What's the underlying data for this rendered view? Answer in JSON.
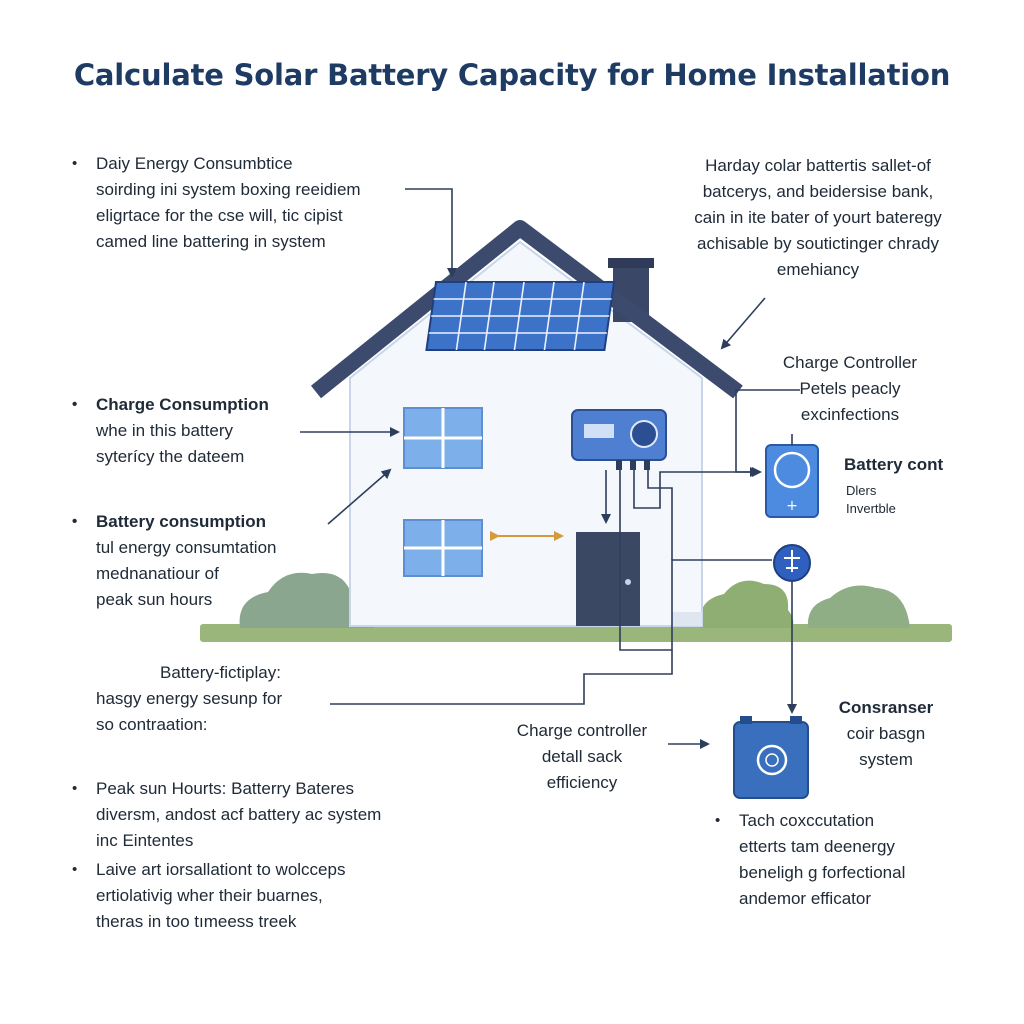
{
  "title": "Calculate Solar Battery Capacity for Home Installation",
  "colors": {
    "title": "#1e3b63",
    "roof": "#3c4a6e",
    "panel": "#3c73c9",
    "window": "#7db0ea",
    "door": "#3b4863",
    "controller": "#4e7fd1",
    "battery": "#3a6fbe",
    "grass": "#9bb67a",
    "shrub": "#7f9e8a",
    "arrow_orange": "#d69a3a"
  },
  "left": {
    "daily": [
      "Daiy Energy Consumbtice",
      "soirding ini system boxing reeidiem",
      "eligrtace for the cse will, tic cipist",
      "camed line battering in system"
    ],
    "charge": [
      "Charge Consumption",
      "whe in this battery",
      "syterícy the dateem"
    ],
    "battery": [
      "Batterу consumption",
      "tul energy consumtation",
      "mednanatiour of",
      "peak sun hours"
    ],
    "fictiplay": [
      "Battery-fictiplay:",
      "hasgy energy sesunp for",
      "so contraation:"
    ],
    "peak": [
      "Peak sun Hourts: Batterry Bateres",
      "diversm, andost acf battery ac system",
      "inc Eintentes"
    ],
    "laive": [
      "Laive art iorsallationt to wolcceps",
      "ertiolativig wher their buarnes,",
      "theras in too tımeess treek"
    ]
  },
  "right": {
    "hardy": [
      "Harday colar battertis sallet-of",
      "batcerys, and beidersise bank,",
      "cain in ite bater of yourt bateregy",
      "achisable by soutictinger chrady",
      "emehiancy"
    ],
    "controller": [
      "Charge Controller",
      "Petels peacly",
      "excinfections"
    ],
    "battery_cont": "Battery cont",
    "battery_sub": [
      "Dlers",
      "Invertble"
    ],
    "consranser": [
      "Consranser",
      "coir basgn",
      "system"
    ],
    "tach": [
      "Tach coxccutation",
      "etterts tam deenergy",
      "beneligh g forfectional",
      "andemor efficator"
    ]
  },
  "center": {
    "controller_detail": [
      "Charge controller",
      "detall sack",
      "efficiency"
    ]
  }
}
